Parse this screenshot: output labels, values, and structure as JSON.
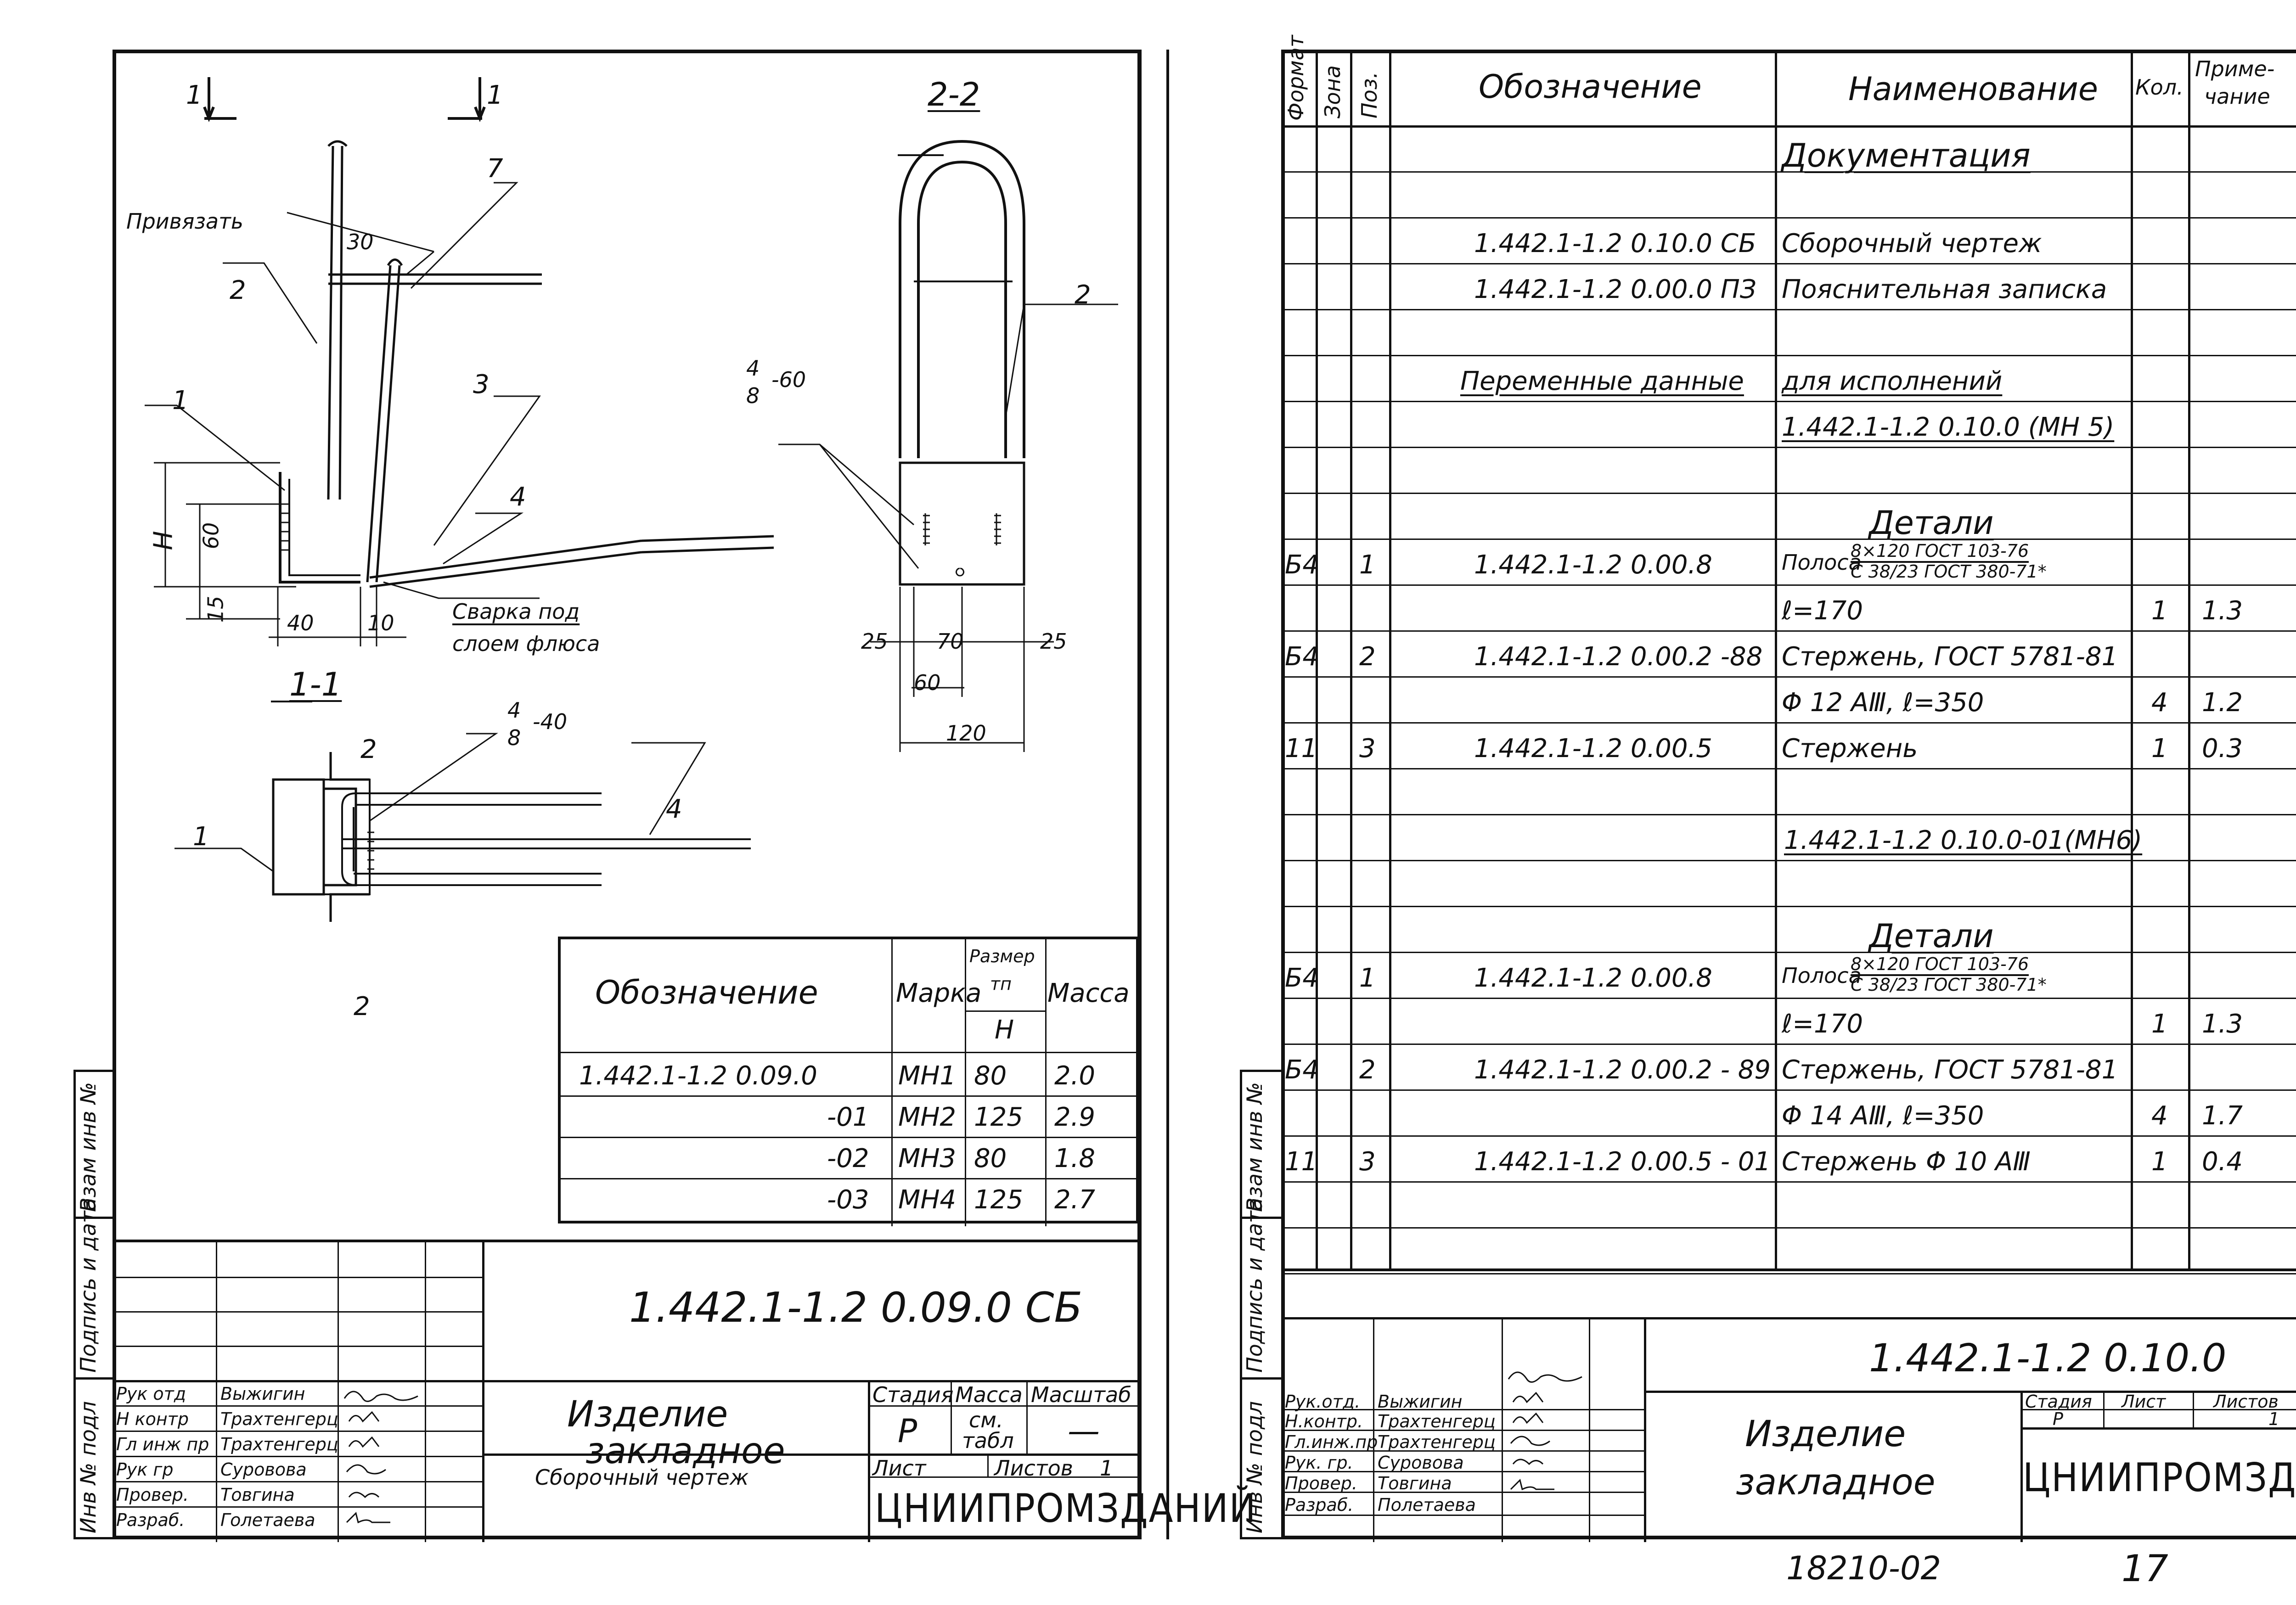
{
  "left_sheet": {
    "drawing": {
      "section_mark_left": "1",
      "section_mark_right": "1",
      "view_2_2_title": "2-2",
      "view_1_1_title": "1-1",
      "label_privyazat": "Привязать",
      "dim_30": "30",
      "pos_7": "7",
      "pos_2a": "2",
      "pos_3": "3",
      "pos_1a": "1",
      "pos_4a": "4",
      "dim_H": "H",
      "dim_60": "60",
      "dim_15": "15",
      "dim_40": "40",
      "dim_10": "10",
      "weld_note_1": "Сварка под",
      "weld_note_2": "слоем флюса",
      "weld_2_2_num": "4",
      "weld_2_2_den": "8",
      "weld_2_2_len": "-60",
      "pos_2b": "2",
      "dim_25a": "25",
      "dim_70": "70",
      "dim_25b": "25",
      "dim_60b": "60",
      "dim_120": "120",
      "sec_2_top": "2",
      "sec_2_bot": "2",
      "weld_1_1_num": "4",
      "weld_1_1_den": "8",
      "weld_1_1_len": "-40",
      "pos_1b": "1",
      "pos_4b": "4"
    },
    "variants_table": {
      "col_designation": "Обозначение",
      "col_mark": "Марка",
      "col_size_1": "Размер",
      "col_size_2": "тп",
      "col_size_H": "H",
      "col_mass": "Масса",
      "rows": [
        {
          "designation": "1.442.1-1.2 0.09.0",
          "mark": "МН1",
          "H": "80",
          "mass": "2.0"
        },
        {
          "designation": "-01",
          "mark": "МН2",
          "H": "125",
          "mass": "2.9"
        },
        {
          "designation": "-02",
          "mark": "МН3",
          "H": "80",
          "mass": "1.8"
        },
        {
          "designation": "-03",
          "mark": "МН4",
          "H": "125",
          "mass": "2.7"
        }
      ]
    },
    "title_block": {
      "code": "1.442.1-1.2 0.09.0 СБ",
      "name_1": "Изделие",
      "name_2": "закладное",
      "name_3": "Сборочный чертеж",
      "stage_label": "Стадия",
      "mass_label": "Масса",
      "scale_label": "Масштаб",
      "stage": "Р",
      "mass_1": "см.",
      "mass_2": "табл",
      "scale": "—",
      "sheet_label": "Лист",
      "sheets_label": "Листов",
      "sheets": "1",
      "org": "ЦНИИПРОМЗДАНИЙ",
      "people": [
        {
          "role": "Рук отд",
          "name": "Выжигин"
        },
        {
          "role": "Н контр",
          "name": "Трахтенгерц"
        },
        {
          "role": "Гл инж пр",
          "name": "Трахтенгерц"
        },
        {
          "role": "Рук гр",
          "name": "Суровова"
        },
        {
          "role": "Провер.",
          "name": "Товгина"
        },
        {
          "role": "Разраб.",
          "name": "Голетаева"
        }
      ]
    },
    "side_stamp": [
      "Инв № подл",
      "Подпись и дата",
      "Взам инв №"
    ]
  },
  "right_sheet": {
    "headers": {
      "format": "Формат",
      "zone": "Зона",
      "pos": "Поз.",
      "designation": "Обозначение",
      "name": "Наименование",
      "qty": "Кол.",
      "note_1": "Приме-",
      "note_2": "чание"
    },
    "rows": [
      {
        "fmt": "",
        "pos": "",
        "des": "",
        "name": "Документация",
        "qty": "",
        "note": "",
        "name_ul": true
      },
      {
        "fmt": "",
        "pos": "",
        "des": "",
        "name": "",
        "qty": "",
        "note": ""
      },
      {
        "fmt": "",
        "pos": "",
        "des": "1.442.1-1.2 0.10.0 СБ",
        "name": "Сборочный чертеж",
        "qty": "",
        "note": ""
      },
      {
        "fmt": "",
        "pos": "",
        "des": "1.442.1-1.2 0.00.0 ПЗ",
        "name": "Пояснительная записка",
        "qty": "",
        "note": ""
      },
      {
        "fmt": "",
        "pos": "",
        "des": "",
        "name": "",
        "qty": "",
        "note": ""
      },
      {
        "fmt": "",
        "pos": "",
        "des": "Переменные данные",
        "name": "для исполнений",
        "qty": "",
        "note": "",
        "des_ul": true,
        "name_ul": true
      },
      {
        "fmt": "",
        "pos": "",
        "des": "",
        "name": "1.442.1-1.2 0.10.0 (МН 5)",
        "qty": "",
        "note": "",
        "name_ul": true
      },
      {
        "fmt": "",
        "pos": "",
        "des": "",
        "name": "",
        "qty": "",
        "note": ""
      },
      {
        "fmt": "",
        "pos": "",
        "des": "",
        "name": "Детали",
        "qty": "",
        "note": "",
        "name_ul": true,
        "center": true
      },
      {
        "fmt": "Б4",
        "pos": "1",
        "des": "1.442.1-1.2 0.00.8",
        "name": "Полоса",
        "frac_top": "8×120 ГОСТ 103-76",
        "frac_bot": "С 38/23 ГОСТ 380-71*",
        "qty": "",
        "note": ""
      },
      {
        "fmt": "",
        "pos": "",
        "des": "",
        "name": "ℓ=170",
        "qty": "1",
        "note": "1.3"
      },
      {
        "fmt": "Б4",
        "pos": "2",
        "des": "1.442.1-1.2 0.00.2 -88",
        "name": "Стержень, ГОСТ 5781-81",
        "qty": "",
        "note": ""
      },
      {
        "fmt": "",
        "pos": "",
        "des": "",
        "name": "Φ 12 АⅢ, ℓ=350",
        "qty": "4",
        "note": "1.2"
      },
      {
        "fmt": "11",
        "pos": "3",
        "des": "1.442.1-1.2 0.00.5",
        "name": "Стержень",
        "qty": "1",
        "note": "0.3"
      },
      {
        "fmt": "",
        "pos": "",
        "des": "",
        "name": "",
        "qty": "",
        "note": ""
      },
      {
        "fmt": "",
        "pos": "",
        "des": "",
        "name": "1.442.1-1.2 0.10.0-01(МН6)",
        "qty": "",
        "note": "",
        "name_ul": true,
        "center": true
      },
      {
        "fmt": "",
        "pos": "",
        "des": "",
        "name": "",
        "qty": "",
        "note": ""
      },
      {
        "fmt": "",
        "pos": "",
        "des": "",
        "name": "Детали",
        "qty": "",
        "note": "",
        "name_ul": true,
        "center": true
      },
      {
        "fmt": "Б4",
        "pos": "1",
        "des": "1.442.1-1.2 0.00.8",
        "name": "Полоса",
        "frac_top": "8×120 ГОСТ 103-76",
        "frac_bot": "С 38/23 ГОСТ 380-71*",
        "qty": "",
        "note": ""
      },
      {
        "fmt": "",
        "pos": "",
        "des": "",
        "name": "ℓ=170",
        "qty": "1",
        "note": "1.3"
      },
      {
        "fmt": "Б4",
        "pos": "2",
        "des": "1.442.1-1.2 0.00.2 - 89",
        "name": "Стержень, ГОСТ 5781-81",
        "qty": "",
        "note": ""
      },
      {
        "fmt": "",
        "pos": "",
        "des": "",
        "name": "Φ 14 АⅢ, ℓ=350",
        "qty": "4",
        "note": "1.7"
      },
      {
        "fmt": "11",
        "pos": "3",
        "des": "1.442.1-1.2 0.00.5 - 01",
        "name": "Стержень  Φ 10 АⅢ",
        "qty": "1",
        "note": "0.4"
      },
      {
        "fmt": "",
        "pos": "",
        "des": "",
        "name": "",
        "qty": "",
        "note": ""
      },
      {
        "fmt": "",
        "pos": "",
        "des": "",
        "name": "",
        "qty": "",
        "note": ""
      }
    ],
    "title_block": {
      "code": "1.442.1-1.2 0.10.0",
      "name_1": "Изделие",
      "name_2": "закладное",
      "stage_label": "Стадия",
      "sheet_label": "Лист",
      "sheets_label": "Листов",
      "stage": "Р",
      "sheets": "1",
      "org": "ЦНИИПРОМЗДАНИЙ",
      "people": [
        {
          "role": "Рук.отд.",
          "name": "Выжигин"
        },
        {
          "role": "Н.контр.",
          "name": "Трахтенгерц"
        },
        {
          "role": "Гл.инж.пр",
          "name": "Трахтенгерц"
        },
        {
          "role": "Рук. гр.",
          "name": "Суровова"
        },
        {
          "role": "Провер.",
          "name": "Товгина"
        },
        {
          "role": "Разраб.",
          "name": "Полетаева"
        }
      ]
    },
    "side_stamp": [
      "Инв № подл",
      "Подпись и дата",
      "Взам инв №"
    ]
  },
  "footer": {
    "archive_no": "18210-02",
    "page_no": "17"
  }
}
